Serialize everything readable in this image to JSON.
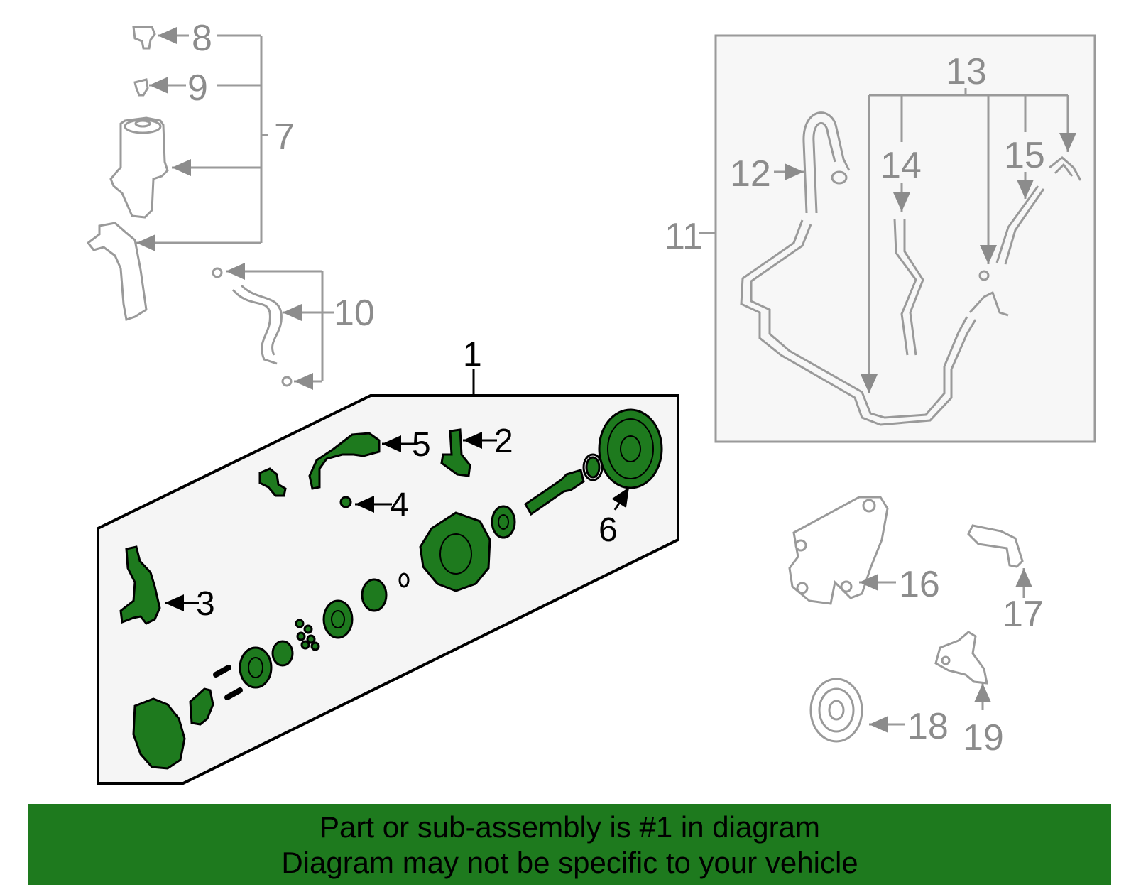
{
  "colors": {
    "highlight": "#1e7a1e",
    "gray_line": "#9a9a9a",
    "panel_fill": "#f5f5f5",
    "banner_bg": "#1e7a1e"
  },
  "callouts": {
    "c1": "1",
    "c2": "2",
    "c3": "3",
    "c4": "4",
    "c5": "5",
    "c6": "6",
    "c7": "7",
    "c8": "8",
    "c9": "9",
    "c10": "10",
    "c11": "11",
    "c12": "12",
    "c13": "13",
    "c14": "14",
    "c15": "15",
    "c16": "16",
    "c17": "17",
    "c18": "18",
    "c19": "19"
  },
  "banner": {
    "line1": "Part or sub-assembly is #1 in diagram",
    "line2": "Diagram may not be specific to your vehicle"
  }
}
